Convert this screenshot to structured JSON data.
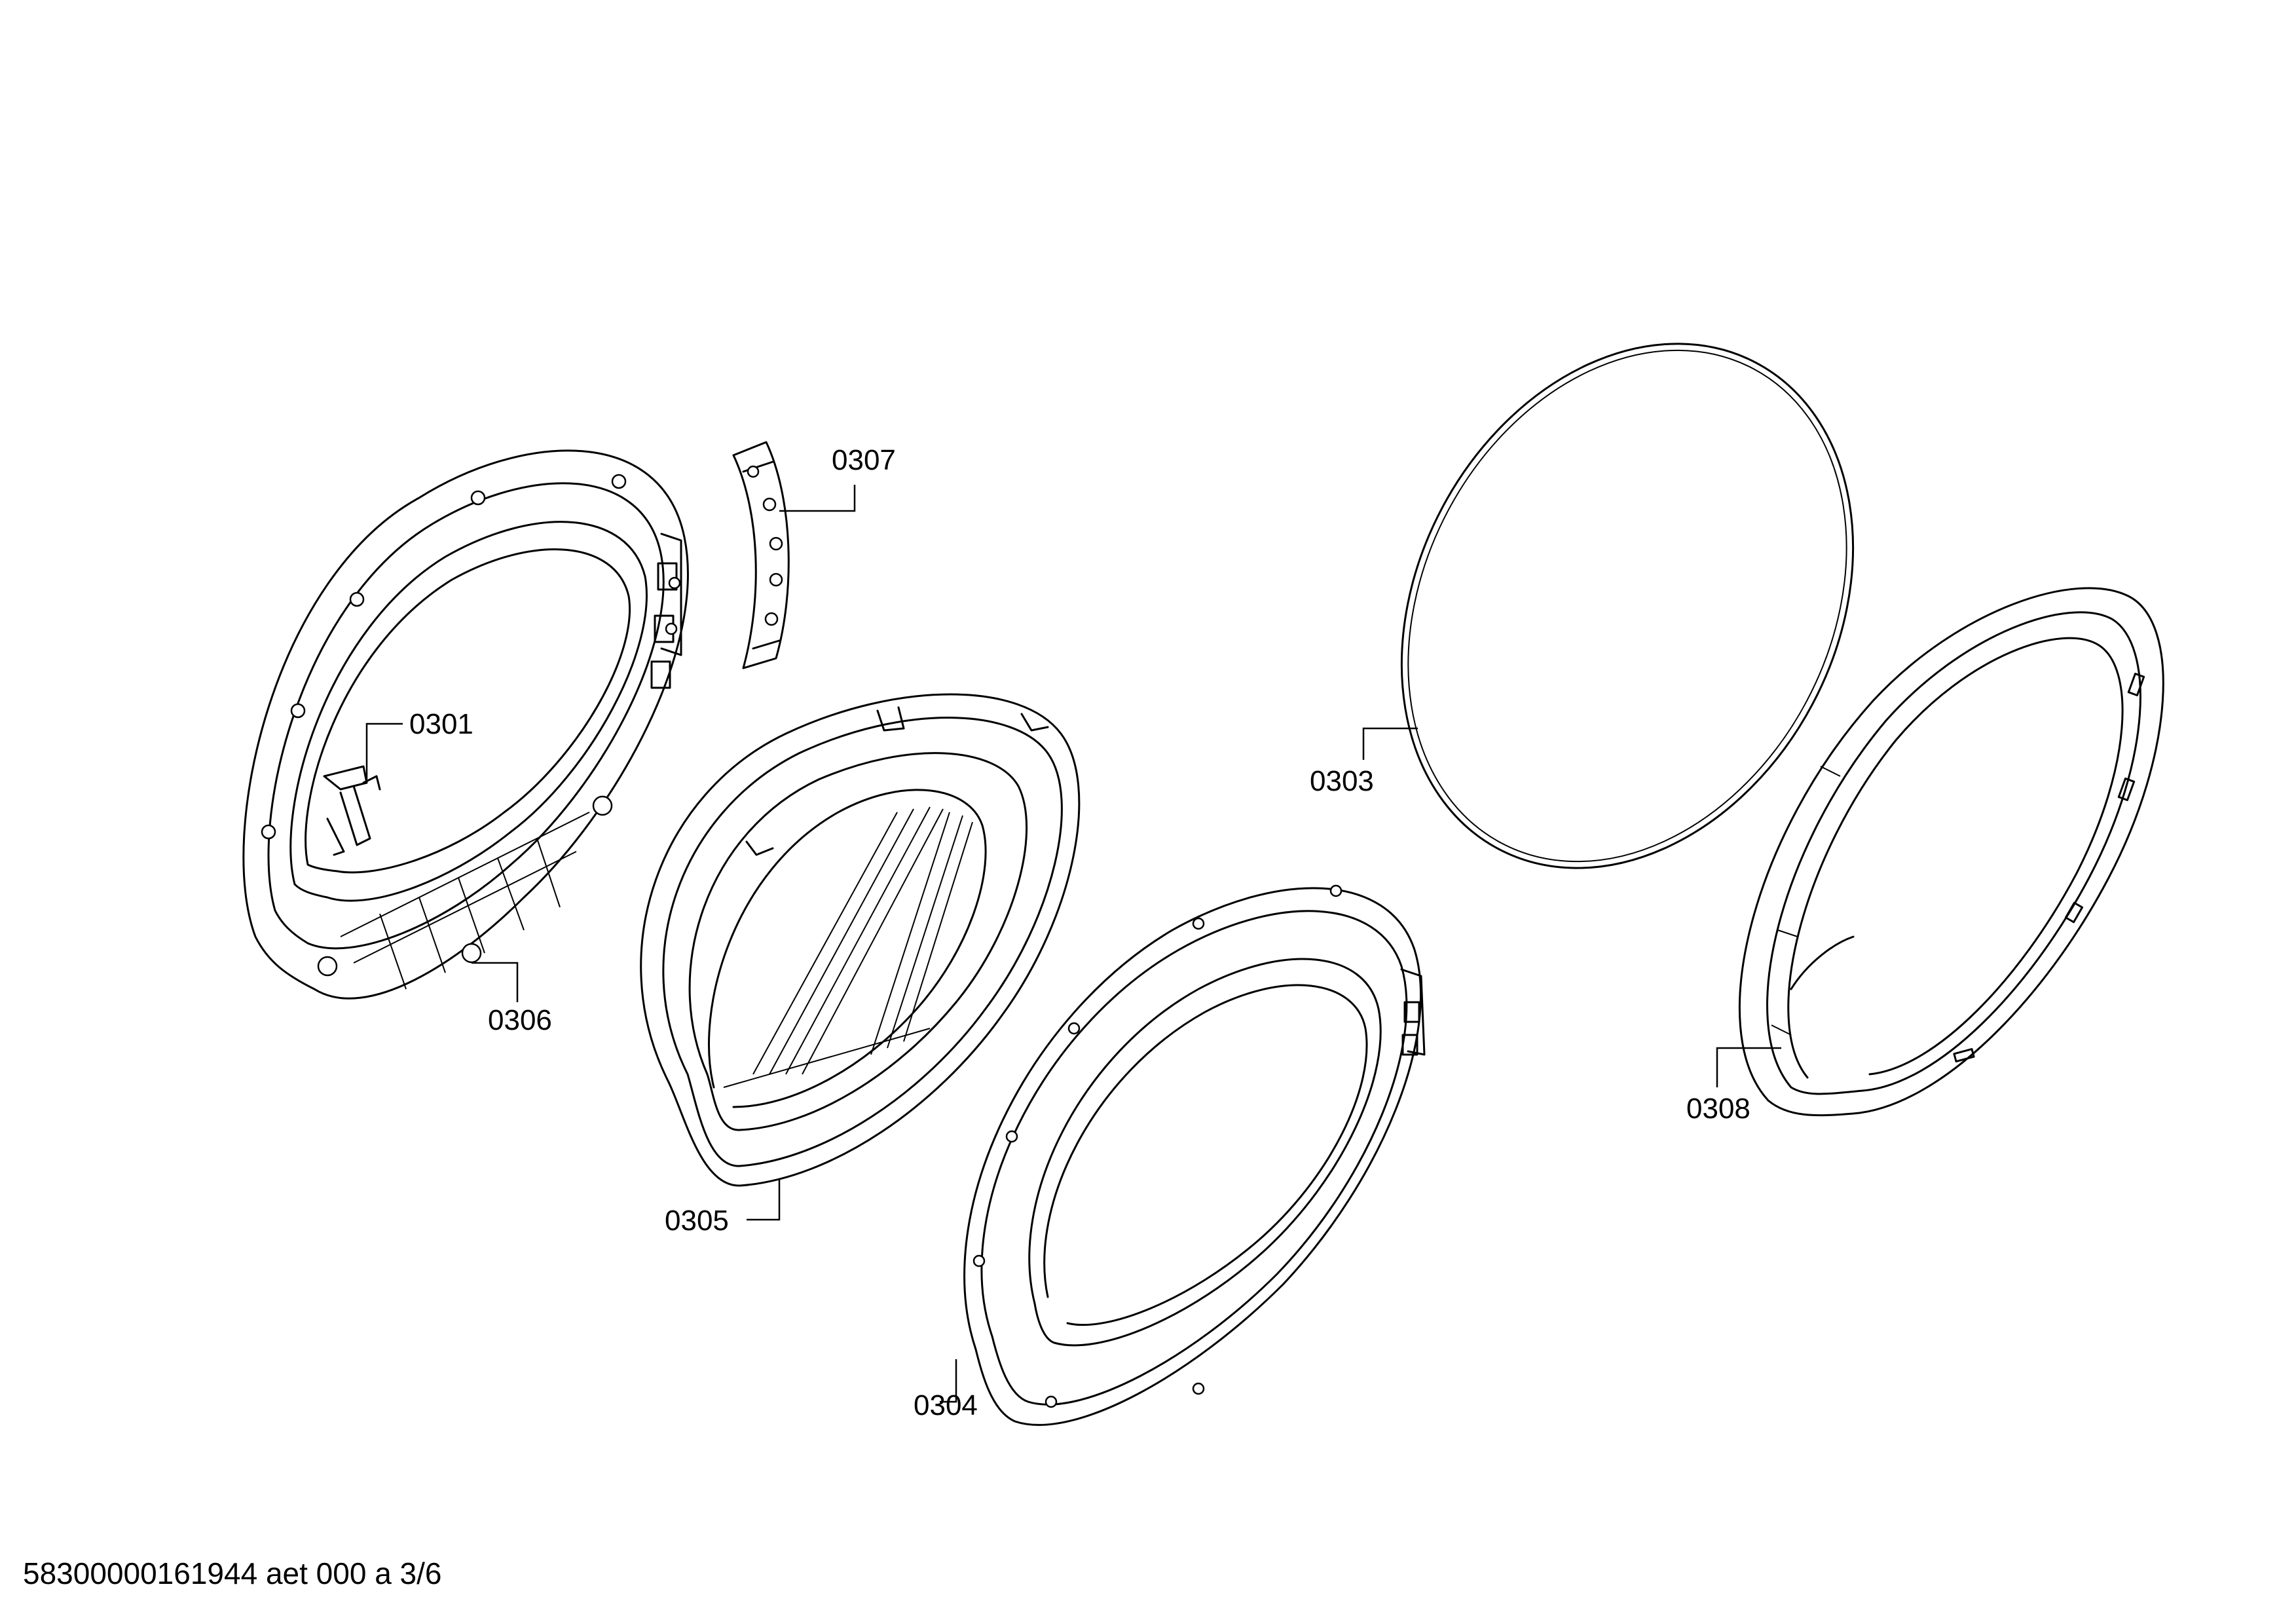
{
  "diagram": {
    "parts": [
      {
        "id": "0301",
        "label": "0301"
      },
      {
        "id": "0303",
        "label": "0303"
      },
      {
        "id": "0304",
        "label": "0304"
      },
      {
        "id": "0305",
        "label": "0305"
      },
      {
        "id": "0306",
        "label": "0306"
      },
      {
        "id": "0307",
        "label": "0307"
      },
      {
        "id": "0308",
        "label": "0308"
      }
    ]
  },
  "footer": {
    "document_code": "58300000161944 aet 000 a 3/6"
  }
}
